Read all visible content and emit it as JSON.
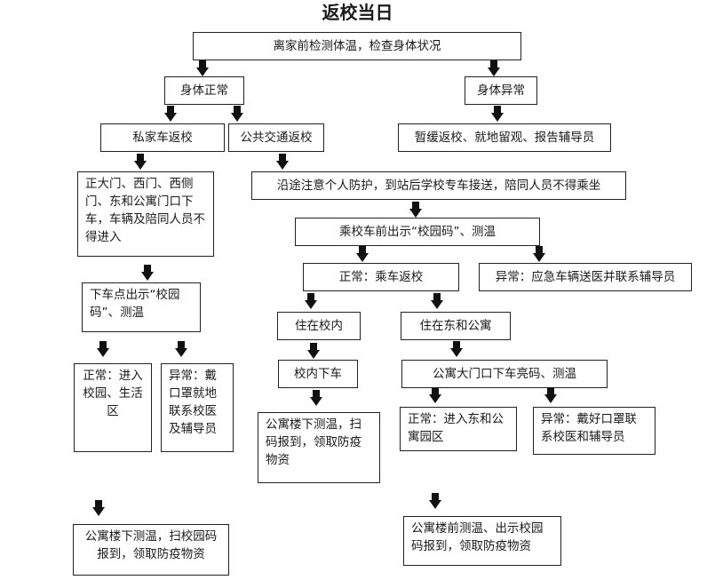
{
  "title": "返校当日",
  "nodes": {
    "top": "离家前检测体温，检查身体状况",
    "normal": "身体正常",
    "abnormal": "身体异常",
    "private_car": "私家车返校",
    "public_transit": "公共交通返校",
    "postpone": "暂缓返校、就地留观、报告辅导员",
    "gate_rule": "正大门、西门、西侧门、东和公寓门口下车，车辆及陪同人员不得进入",
    "protection": "沿途注意个人防护，到站后学校专车接送，陪同人员不得乘坐",
    "drop_off_code": "下车点出示“校园码”、测温",
    "shuttle_code": "乘校车前出示“校园码”、测温",
    "private_normal": "正常：进入校园、生活区",
    "private_abnormal": "异常：戴口罩就地联系校医及辅导员",
    "shuttle_normal": "正常：乘车返校",
    "shuttle_abnormal": "异常：应急车辆送医并联系辅导员",
    "on_campus": "住在校内",
    "donghe": "住在东和公寓",
    "campus_drop": "校内下车",
    "apartment_gate": "公寓大门口下车亮码、测温",
    "campus_dorm_check": "公寓楼下测温，扫码报到，领取防疫物资",
    "donghe_normal": "正常：进入东和公寓园区",
    "donghe_abnormal": "异常：戴好口罩联系校医和辅导员",
    "private_final": "公寓楼下测温，扫校园码报到，领取防疫物资",
    "donghe_final": "公寓楼前测温、出示校园码报到，领取防疫物资"
  }
}
